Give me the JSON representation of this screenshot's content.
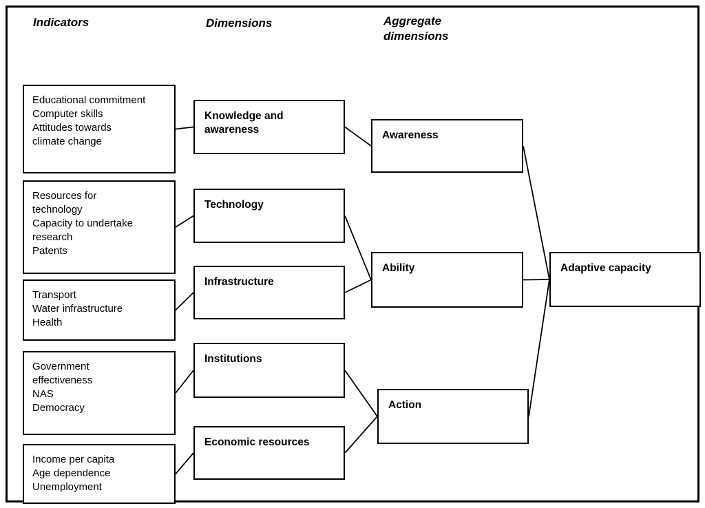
{
  "headers": {
    "indicators": "Indicators",
    "dimensions": "Dimensions",
    "aggregate_dimensions": "Aggregate\ndimensions"
  },
  "nodes": {
    "ind1": {
      "text": "Educational commitment\nComputer skills\nAttitudes towards\nclimate change"
    },
    "ind2": {
      "text": "Resources for\ntechnology\nCapacity to undertake\nresearch\nPatents"
    },
    "ind3": {
      "text": "Transport\nWater infrastructure\nHealth"
    },
    "ind4": {
      "text": "Government\neffectiveness\nNAS\nDemocracy"
    },
    "ind5": {
      "text": "Income per capita\nAge dependence\nUnemployment"
    },
    "dim1": {
      "text": "Knowledge and\nawareness"
    },
    "dim2": {
      "text": "Technology"
    },
    "dim3": {
      "text": "Infrastructure"
    },
    "dim4": {
      "text": "Institutions"
    },
    "dim5": {
      "text": "Economic resources"
    },
    "agg1": {
      "text": "Awareness"
    },
    "agg2": {
      "text": "Ability"
    },
    "agg3": {
      "text": "Action"
    },
    "final": {
      "text": "Adaptive capacity"
    }
  },
  "edges": [
    {
      "from": "ind1",
      "to": "dim1"
    },
    {
      "from": "ind2",
      "to": "dim2"
    },
    {
      "from": "ind3",
      "to": "dim3"
    },
    {
      "from": "ind4",
      "to": "dim4"
    },
    {
      "from": "ind5",
      "to": "dim5"
    },
    {
      "from": "dim1",
      "to": "agg1"
    },
    {
      "from": "dim2",
      "to": "agg2"
    },
    {
      "from": "dim3",
      "to": "agg2"
    },
    {
      "from": "dim4",
      "to": "agg3"
    },
    {
      "from": "dim5",
      "to": "agg3"
    },
    {
      "from": "agg1",
      "to": "final"
    },
    {
      "from": "agg2",
      "to": "final"
    },
    {
      "from": "agg3",
      "to": "final"
    }
  ],
  "colors": {
    "line": "#000000",
    "border": "#000000",
    "background": "#ffffff",
    "text": "#000000"
  }
}
